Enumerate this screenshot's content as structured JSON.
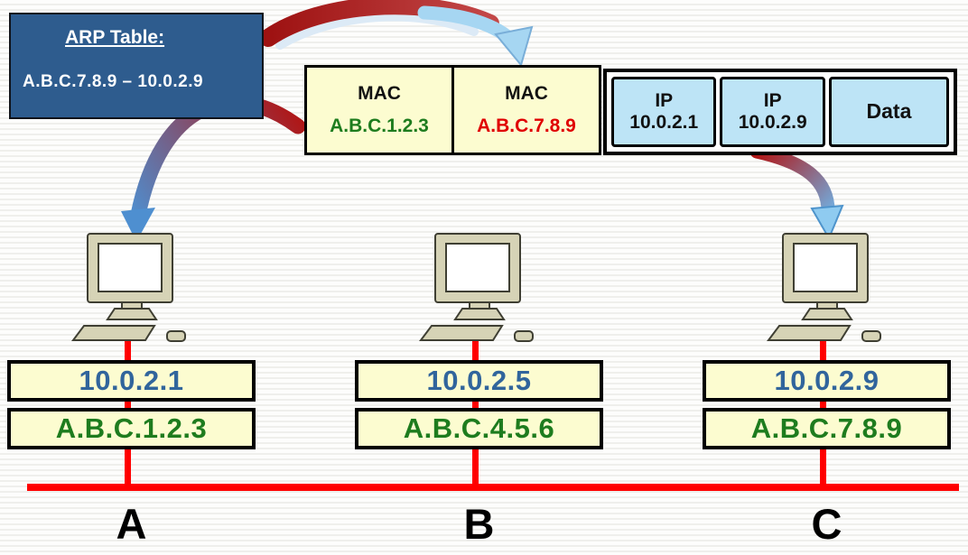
{
  "arp_table": {
    "title": "ARP Table:",
    "entry": "A.B.C.7.8.9 – 10.0.2.9"
  },
  "frame": {
    "src_mac": {
      "label": "MAC",
      "value": "A.B.C.1.2.3"
    },
    "dst_mac": {
      "label": "MAC",
      "value": "A.B.C.7.8.9"
    },
    "src_ip": {
      "label": "IP",
      "value": "10.0.2.1"
    },
    "dst_ip": {
      "label": "IP",
      "value": "10.0.2.9"
    },
    "data": {
      "label": "Data"
    }
  },
  "hosts": [
    {
      "letter": "A",
      "ip": "10.0.2.1",
      "mac": "A.B.C.1.2.3"
    },
    {
      "letter": "B",
      "ip": "10.0.2.5",
      "mac": "A.B.C.4.5.6"
    },
    {
      "letter": "C",
      "ip": "10.0.2.9",
      "mac": "A.B.C.7.8.9"
    }
  ],
  "colors": {
    "arp_box_bg": "#2E5C8E",
    "yellow": "#FCFCD0",
    "blue_cell": "#BDE4F6",
    "ip_text": "#31659C",
    "mac_green": "#1E7C1E",
    "mac_red": "#E00000",
    "bus_red": "#FF0000"
  }
}
